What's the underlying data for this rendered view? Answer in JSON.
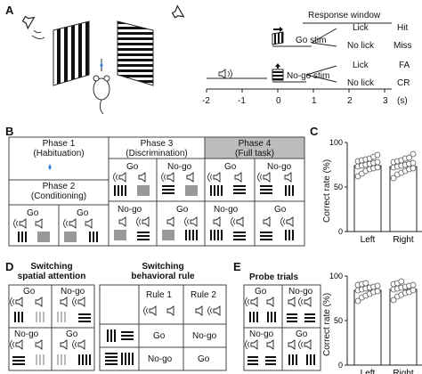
{
  "panels": {
    "a": "A",
    "b": "B",
    "c": "C",
    "d": "D",
    "e": "E"
  },
  "a": {
    "response_window": "Response window",
    "go_stim": "Go stim",
    "nogo_stim": "No-go stim",
    "lick1": "Lick",
    "nolick1": "No lick",
    "hit": "Hit",
    "miss": "Miss",
    "lick2": "Lick",
    "nolick2": "No lick",
    "fa": "FA",
    "cr": "CR",
    "ticks": [
      "-2",
      "-1",
      "0",
      "1",
      "2",
      "3"
    ],
    "unit": "(s)"
  },
  "b": {
    "phase1": "Phase 1",
    "phase1_sub": "(Habituation)",
    "phase2": "Phase 2",
    "phase2_sub": "(Conditioning)",
    "phase3": "Phase 3",
    "phase3_sub": "(Discrimination)",
    "phase4": "Phase 4",
    "phase4_sub": "(Full task)",
    "go": "Go",
    "nogo": "No-go"
  },
  "d": {
    "title1": "Switching",
    "title1b": "spatial attention",
    "title2": "Switching",
    "title2b": "behavioral rule",
    "go": "Go",
    "nogo": "No-go",
    "rule1": "Rule 1",
    "rule2": "Rule 2"
  },
  "e": {
    "title": "Probe trials",
    "go": "Go",
    "nogo": "No-go"
  },
  "chart_data": [
    {
      "type": "bar",
      "panel": "C",
      "categories": [
        "Left",
        "Right"
      ],
      "values": [
        74,
        73
      ],
      "points": [
        [
          62,
          65,
          68,
          70,
          71,
          72,
          73,
          74,
          75,
          76,
          77,
          78,
          79,
          80,
          81,
          82,
          84,
          86
        ],
        [
          60,
          64,
          66,
          68,
          70,
          71,
          72,
          73,
          74,
          75,
          76,
          77,
          78,
          79,
          80,
          82,
          83,
          87
        ]
      ],
      "ylabel": "Correct rate (%)",
      "ylim": [
        0,
        100
      ],
      "yticks": [
        "0",
        "50",
        "100"
      ]
    },
    {
      "type": "bar",
      "panel": "E",
      "categories": [
        "Left",
        "Right"
      ],
      "values": [
        84,
        85
      ],
      "points": [
        [
          72,
          76,
          78,
          80,
          82,
          83,
          84,
          85,
          86,
          87,
          88,
          89,
          90,
          91,
          92
        ],
        [
          73,
          77,
          79,
          81,
          82,
          84,
          85,
          86,
          87,
          88,
          89,
          90,
          91,
          92,
          94
        ]
      ],
      "ylabel": "Correct rate (%)",
      "ylim": [
        0,
        100
      ],
      "yticks": [
        "0",
        "50",
        "100"
      ]
    }
  ]
}
